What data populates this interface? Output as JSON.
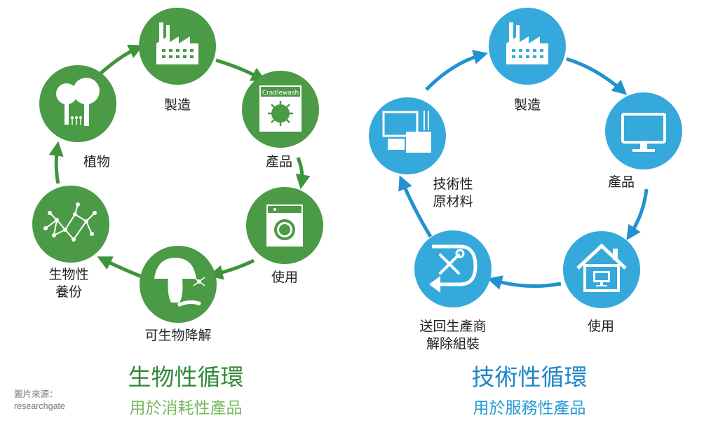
{
  "biological": {
    "nodes": [
      {
        "label": "製造",
        "icon": "factory-icon"
      },
      {
        "label": "產品",
        "icon": "washing-powder-box-icon",
        "icon_text": "Cradlewash"
      },
      {
        "label": "使用",
        "icon": "washing-machine-icon"
      },
      {
        "label": "可生物降解",
        "icon": "mushroom-icon"
      },
      {
        "label": "生物性\n養份",
        "icon": "nutrient-molecule-icon"
      },
      {
        "label": "植物",
        "icon": "trees-icon"
      }
    ],
    "title": "生物性循環",
    "subtitle": "用於消耗性產品"
  },
  "technical": {
    "nodes": [
      {
        "label": "製造",
        "icon": "factory-icon"
      },
      {
        "label": "產品",
        "icon": "monitor-icon"
      },
      {
        "label": "使用",
        "icon": "house-computer-icon"
      },
      {
        "label": "送回生產商\n解除組裝",
        "icon": "return-tools-icon"
      },
      {
        "label": "技術性\n原材料",
        "icon": "computer-parts-icon"
      }
    ],
    "title": "技術性循環",
    "subtitle": "用於服務性產品"
  },
  "credit": {
    "line1": "圖片來源：",
    "line2": "researchgate"
  },
  "colors": {
    "bio_circle": "#4a9a46",
    "bio_arrow": "#3e9439",
    "bio_title": "#2f8a3a",
    "bio_subtitle": "#77b860",
    "tech_circle": "#36a9dc",
    "tech_arrow": "#2191cf",
    "tech_title": "#1f86c8",
    "tech_subtitle": "#2a9ad6"
  }
}
